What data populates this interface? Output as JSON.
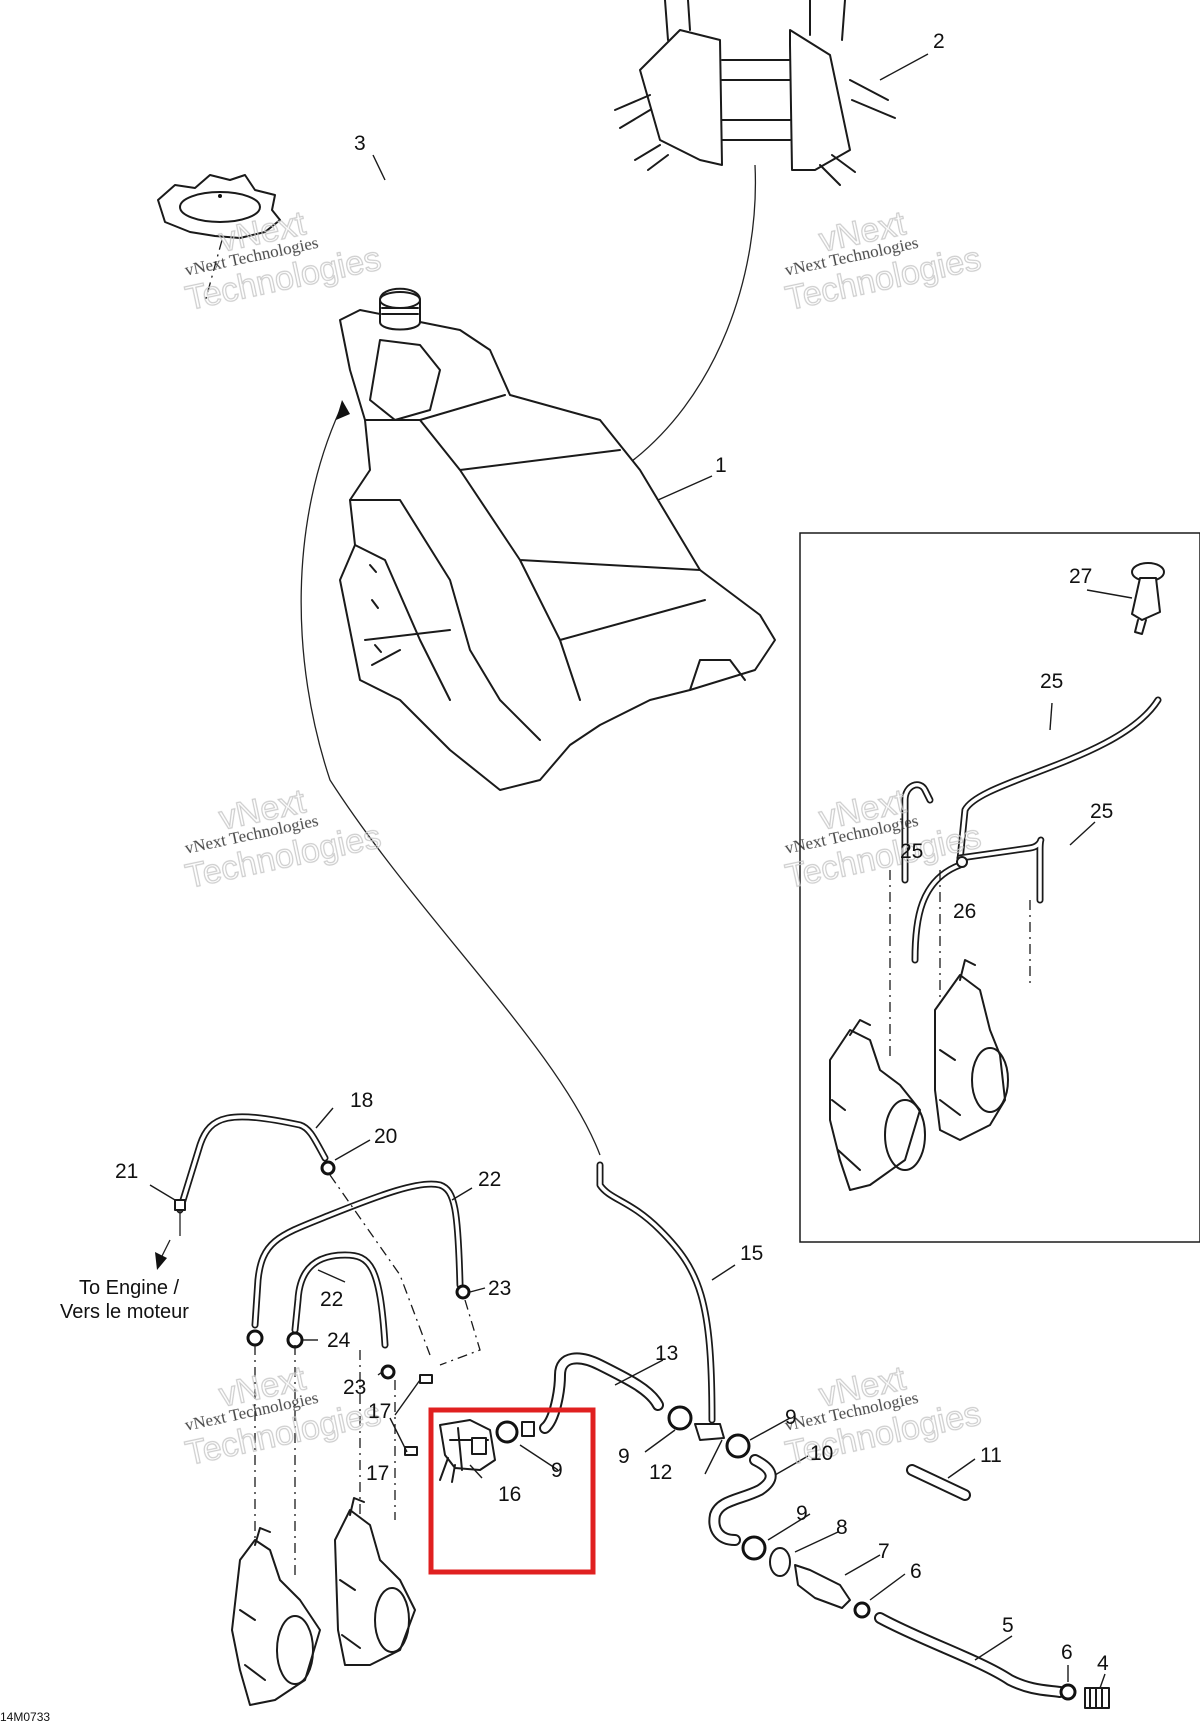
{
  "callouts": {
    "c1": "1",
    "c2": "2",
    "c3": "3",
    "c4": "4",
    "c5": "5",
    "c6a": "6",
    "c6b": "6",
    "c7": "7",
    "c8": "8",
    "c9a": "9",
    "c9b": "9",
    "c9c": "9",
    "c9d": "9",
    "c10": "10",
    "c11": "11",
    "c12": "12",
    "c13": "13",
    "c15": "15",
    "c16": "16",
    "c17a": "17",
    "c17b": "17",
    "c18": "18",
    "c20": "20",
    "c21": "21",
    "c22a": "22",
    "c22b": "22",
    "c23a": "23",
    "c23b": "23",
    "c24": "24",
    "c25a": "25",
    "c25b": "25",
    "c25c": "25",
    "c26": "26",
    "c27": "27"
  },
  "note": {
    "line1": "To Engine /",
    "line2": "Vers le moteur"
  },
  "drawing_code": "14M0733",
  "watermark": {
    "small": "vNext Technologies",
    "large_a": "vNext",
    "large_b": "Technologies"
  },
  "colors": {
    "highlight": "#e02020",
    "line": "#1a1a1a"
  }
}
